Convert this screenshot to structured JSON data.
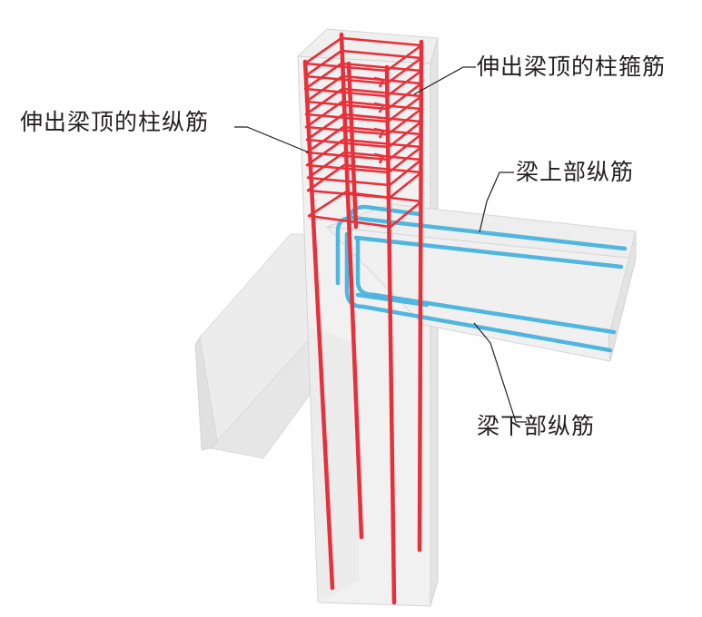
{
  "labels": {
    "column_longitudinal": "伸出梁顶的柱纵筋",
    "column_stirrup": "伸出梁顶的柱箍筋",
    "beam_top_longitudinal": "梁上部纵筋",
    "beam_bottom_longitudinal": "梁下部纵筋"
  },
  "colors": {
    "column_rebar": "#e8303a",
    "beam_rebar": "#4fb6e0",
    "concrete_face": "#ececec",
    "concrete_edge": "#d4d4d4",
    "leader_line": "#231f20"
  }
}
